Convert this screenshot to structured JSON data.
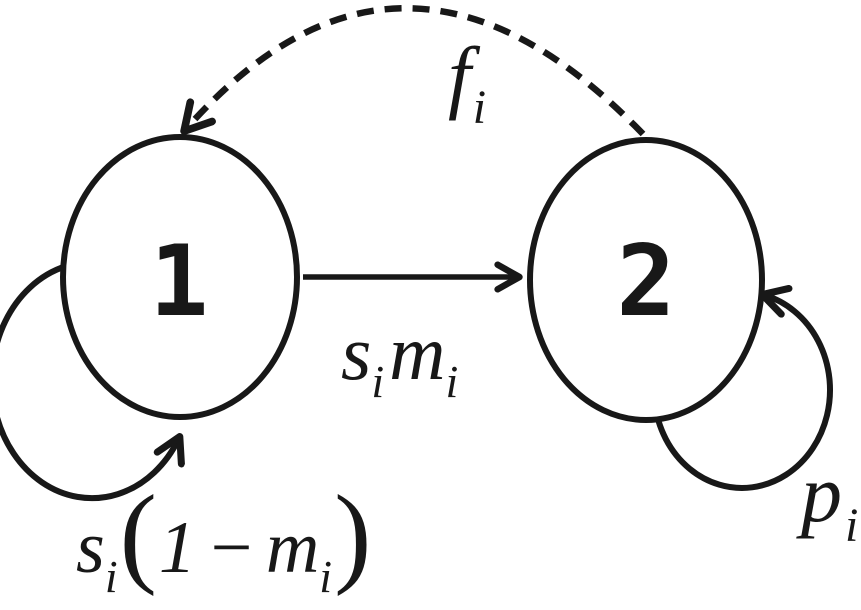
{
  "diagram": {
    "background_color": "#ffffff",
    "ink_color": "#181818",
    "nodes": [
      {
        "id": "state-1",
        "label": "1"
      },
      {
        "id": "state-2",
        "label": "2"
      }
    ],
    "edges": [
      {
        "id": "transition-1-to-2",
        "from": "1",
        "to": "2",
        "style": "solid-arrow",
        "label": "s_i m_i",
        "label_parts": {
          "base1": "s",
          "sub1": "i",
          "base2": "m",
          "sub2": "i"
        }
      },
      {
        "id": "self-loop-state-1",
        "from": "1",
        "to": "1",
        "style": "solid-self-loop",
        "label": "s_i (1 - m_i)",
        "label_parts": {
          "base1": "s",
          "sub1": "i",
          "open": "(",
          "one": "1",
          "minus": "−",
          "base2": "m",
          "sub2": "i",
          "close": ")"
        }
      },
      {
        "id": "self-loop-state-2",
        "from": "2",
        "to": "2",
        "style": "solid-self-loop",
        "label": "p_i",
        "label_parts": {
          "base1": "p",
          "sub1": "i"
        }
      },
      {
        "id": "feedback-2-to-1",
        "from": "2",
        "to": "1",
        "style": "dashed-arrow",
        "label": "f_i",
        "label_parts": {
          "base1": "f",
          "sub1": "i"
        }
      }
    ]
  }
}
